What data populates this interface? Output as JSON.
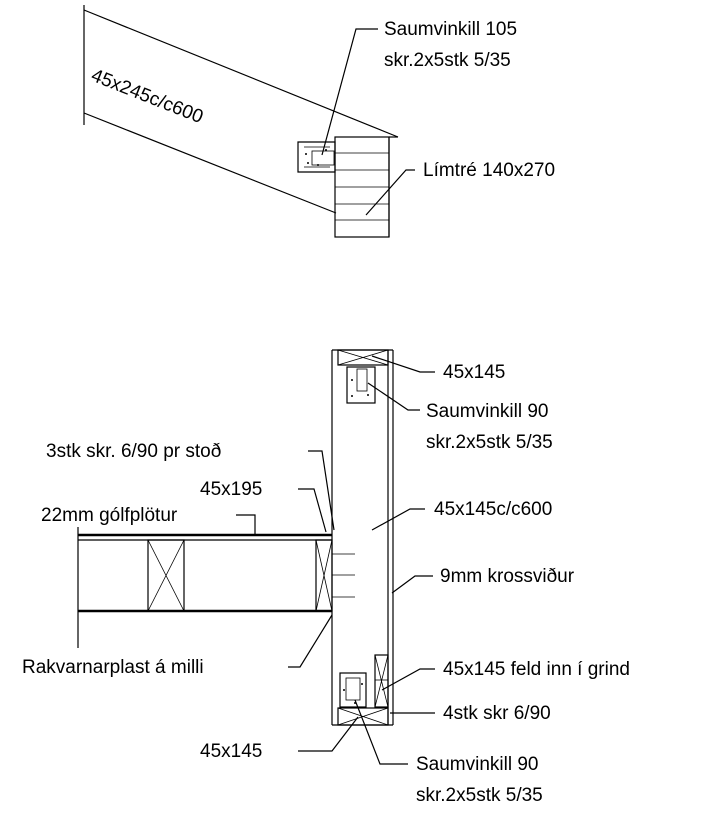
{
  "top_detail": {
    "rafter_label": "45x245c/c600",
    "connector_label_line1": "Saumvinkill 105",
    "connector_label_line2": "skr.2x5stk 5/35",
    "glulam_label": "Límtré 140x270"
  },
  "wall_detail": {
    "top_plate_label": "45x145",
    "top_connector_line1": "Saumvinkill 90",
    "top_connector_line2": "skr.2x5stk 5/35",
    "screws_label": "3stk skr. 6/90 pr stoð",
    "rim_joist_label": "45x195",
    "floor_board_label": "22mm gólfplötur",
    "stud_label": "45x145c/c600",
    "plywood_label": "9mm krossviður",
    "vapor_barrier_label": "Rakvarnarplast á milli",
    "blocking_label": "45x145 feld inn í grind",
    "blocking_screws_label": "4stk skr 6/90",
    "bottom_plate_label": "45x145",
    "bottom_connector_line1": "Saumvinkill 90",
    "bottom_connector_line2": "skr.2x5stk 5/35"
  }
}
